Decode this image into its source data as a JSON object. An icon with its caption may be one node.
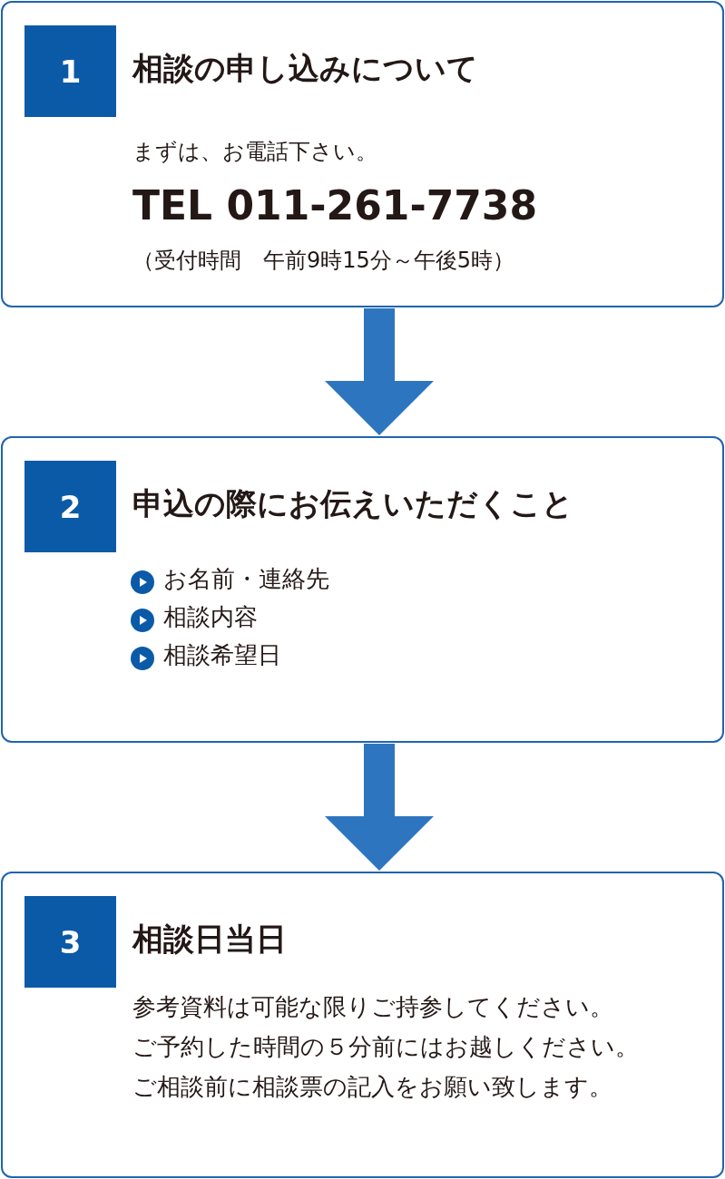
{
  "diagram": {
    "nodes": [
      {
        "text": [
          "相談の申し込みについて",
          "まずは、お電話下さい。",
          "TEL 011-261-7738",
          "（受付時間　午前9時15分～午後5時）"
        ]
      },
      {
        "text": [
          "1"
        ],
        "in": 0
      },
      {
        "text": [
          "申込の際にお伝えいただくこと",
          "お名前・連絡先",
          "相談内容",
          "相談希望日"
        ]
      },
      {
        "text": [
          "2"
        ],
        "in": 2
      },
      {
        "text": [
          "相談日当日",
          "参考資料は可能な限りご持参してください。",
          "ご予約した時間の５分前にはお越しください。",
          "ご相談前に相談票の記入をお願い致します。"
        ]
      },
      {
        "text": [
          "3"
        ],
        "in": 4
      }
    ],
    "edges": [
      {
        "from": 0,
        "to": 2,
        "arrow": "to"
      },
      {
        "from": 2,
        "to": 4,
        "arrow": "to"
      }
    ]
  }
}
